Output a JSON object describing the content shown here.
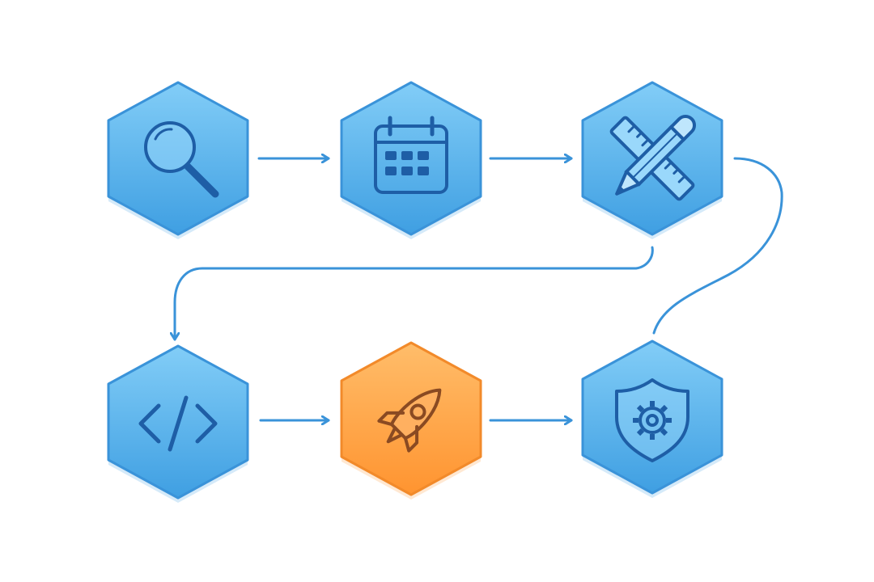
{
  "colors": {
    "background": "#ffffff",
    "node_blue_top": "#82cdf7",
    "node_blue_bottom": "#3f9fe2",
    "node_blue_stroke": "#3a93d9",
    "node_orange_top": "#ffbd6a",
    "node_orange_bottom": "#ff9430",
    "node_orange_stroke": "#f28a2a",
    "icon_blue": "#1e5ea6",
    "icon_orange": "#8a4a22",
    "connector": "#3a93d9"
  },
  "nodes": [
    {
      "id": "research",
      "icon": "search-icon",
      "style": "blue"
    },
    {
      "id": "plan",
      "icon": "calendar-icon",
      "style": "blue"
    },
    {
      "id": "design",
      "icon": "ruler-pencil-icon",
      "style": "blue"
    },
    {
      "id": "develop",
      "icon": "code-icon",
      "style": "blue"
    },
    {
      "id": "launch",
      "icon": "rocket-icon",
      "style": "orange"
    },
    {
      "id": "maintain",
      "icon": "shield-gear-icon",
      "style": "blue"
    }
  ],
  "connectors": [
    {
      "from": "research",
      "to": "plan"
    },
    {
      "from": "plan",
      "to": "design"
    },
    {
      "from": "design",
      "to": "develop"
    },
    {
      "from": "develop",
      "to": "launch"
    },
    {
      "from": "launch",
      "to": "maintain"
    },
    {
      "from": "maintain",
      "to": "design"
    }
  ]
}
